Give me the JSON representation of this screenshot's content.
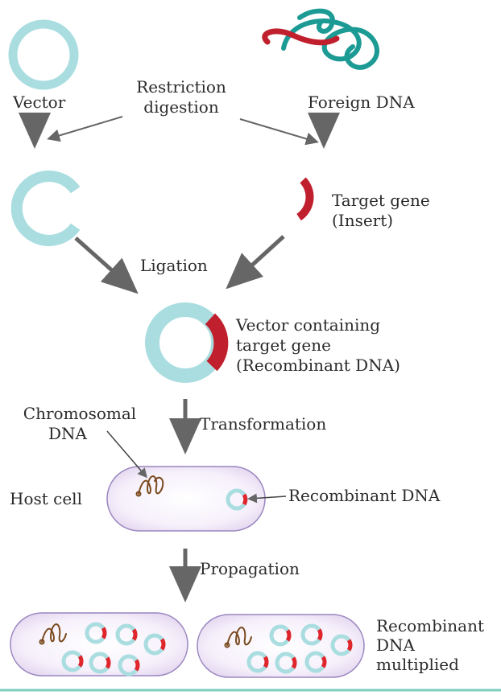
{
  "labels": {
    "vector": "Vector",
    "restriction_line1": "Restriction",
    "restriction_line2": "digestion",
    "foreign_dna": "Foreign DNA",
    "target_gene_line1": "Target gene",
    "target_gene_line2": "(Insert)",
    "ligation": "Ligation",
    "vector_containing_line1": "Vector containing",
    "vector_containing_line2": "target gene",
    "vector_containing_line3": "(Recombinant DNA)",
    "chromosomal_line1": "Chromosomal",
    "chromosomal_line2": "DNA",
    "transformation": "Transformation",
    "host_cell": "Host cell",
    "recombinant_dna": "Recombinant DNA",
    "propagation": "Propagation",
    "multiplied_line1": "Recombinant",
    "multiplied_line2": "DNA",
    "multiplied_line3": "multiplied"
  },
  "colors": {
    "plasmid": "#a9dde0",
    "insert": "#c0202e",
    "arrow": "#666666",
    "cell_border": "#9a86bf",
    "chromosomal": "#7a4a1e",
    "footer_line": "#7fcdbf"
  }
}
